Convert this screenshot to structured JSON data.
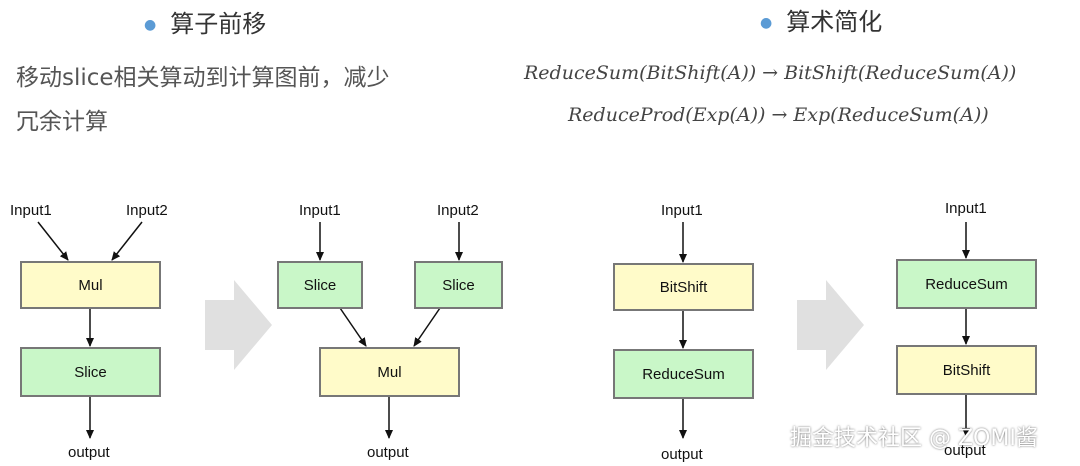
{
  "left_section": {
    "title": "算子前移",
    "desc_line1": "移动slice相关算动到计算图前，减少",
    "desc_line2": "冗余计算"
  },
  "right_section": {
    "title": "算术简化",
    "formula1": "ReduceSum(BitShift(A)) → BitShift(ReduceSum(A))",
    "formula2": "ReduceProd(Exp(A)) → Exp(ReduceSum(A))"
  },
  "diagram1": {
    "input1": "Input1",
    "input2": "Input2",
    "node_top": "Mul",
    "node_bottom": "Slice",
    "output": "output"
  },
  "diagram2": {
    "input1": "Input1",
    "input2": "Input2",
    "node_left": "Slice",
    "node_right": "Slice",
    "node_bottom": "Mul",
    "output": "output"
  },
  "diagram3": {
    "input1": "Input1",
    "node_top": "BitShift",
    "node_bottom": "ReduceSum",
    "output": "output"
  },
  "diagram4": {
    "input1": "Input1",
    "node_top": "ReduceSum",
    "node_bottom": "BitShift",
    "output": "output"
  },
  "watermark": "掘金技术社区 @ ZOMI酱",
  "colors": {
    "yellow_node": "#fffbc9",
    "green_node": "#c9f7c8",
    "bullet": "#5b9bd5",
    "arrow_shape": "#e0e0e0"
  }
}
